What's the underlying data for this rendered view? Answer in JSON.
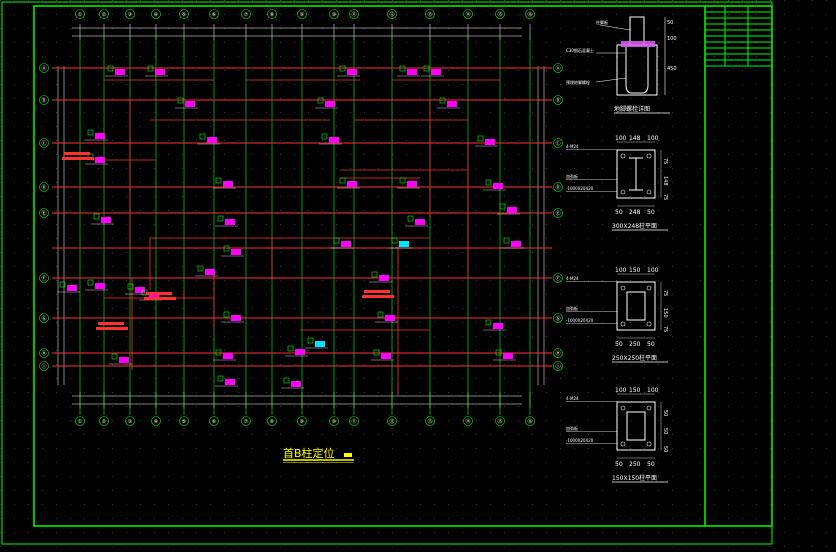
{
  "drawing": {
    "plan_title": "首B柱定位",
    "colors": {
      "background": "#000000",
      "frame": "#00ff00",
      "grid_dots": "#3a3a3a",
      "axis": "#ff3030",
      "column_tag": "#ff00ff",
      "column_tag_alt": "#00e5ff",
      "dimension": "#ffffff",
      "title_text": "#ffff00",
      "note_text": "#ff3030"
    },
    "grid_labels": {
      "horizontal": [
        "①",
        "②",
        "③",
        "④",
        "⑤",
        "⑥",
        "⑦",
        "⑧",
        "⑨",
        "⑩",
        "⑪",
        "⑫",
        "⑬",
        "⑭",
        "⑮",
        "⑯"
      ],
      "vertical": [
        "Ⓐ",
        "Ⓑ",
        "Ⓒ",
        "Ⓓ",
        "Ⓔ",
        "Ⓕ",
        "Ⓖ",
        "Ⓗ",
        "Ⓘ"
      ]
    },
    "details": [
      {
        "title": "地脚螺栓详图",
        "dims": [
          "50",
          "100",
          "450"
        ]
      },
      {
        "title": "300X248柱平面",
        "dims_top": [
          "100",
          "148",
          "100"
        ],
        "dims_bottom": [
          "50",
          "248",
          "50"
        ],
        "dims_side": [
          "75",
          "148",
          "75"
        ],
        "callouts": [
          "4-M24",
          "加劲板",
          "-1000X20X20"
        ]
      },
      {
        "title": "250X250柱平面",
        "dims_top": [
          "100",
          "150",
          "100"
        ],
        "dims_bottom": [
          "50",
          "250",
          "50"
        ],
        "dims_side": [
          "75",
          "150",
          "75"
        ],
        "callouts": [
          "4-M24",
          "加劲板",
          "-1000X20X20"
        ]
      },
      {
        "title": "150X150柱平面",
        "dims_top": [
          "100",
          "150",
          "100"
        ],
        "dims_bottom": [
          "50",
          "250",
          "50"
        ],
        "dims_side": [
          "50",
          "50",
          "50"
        ],
        "callouts": [
          "4-M24",
          "加劲板",
          "-1000X20X20"
        ]
      }
    ],
    "title_block": {
      "header_cells": [
        "",
        "",
        ""
      ]
    }
  }
}
